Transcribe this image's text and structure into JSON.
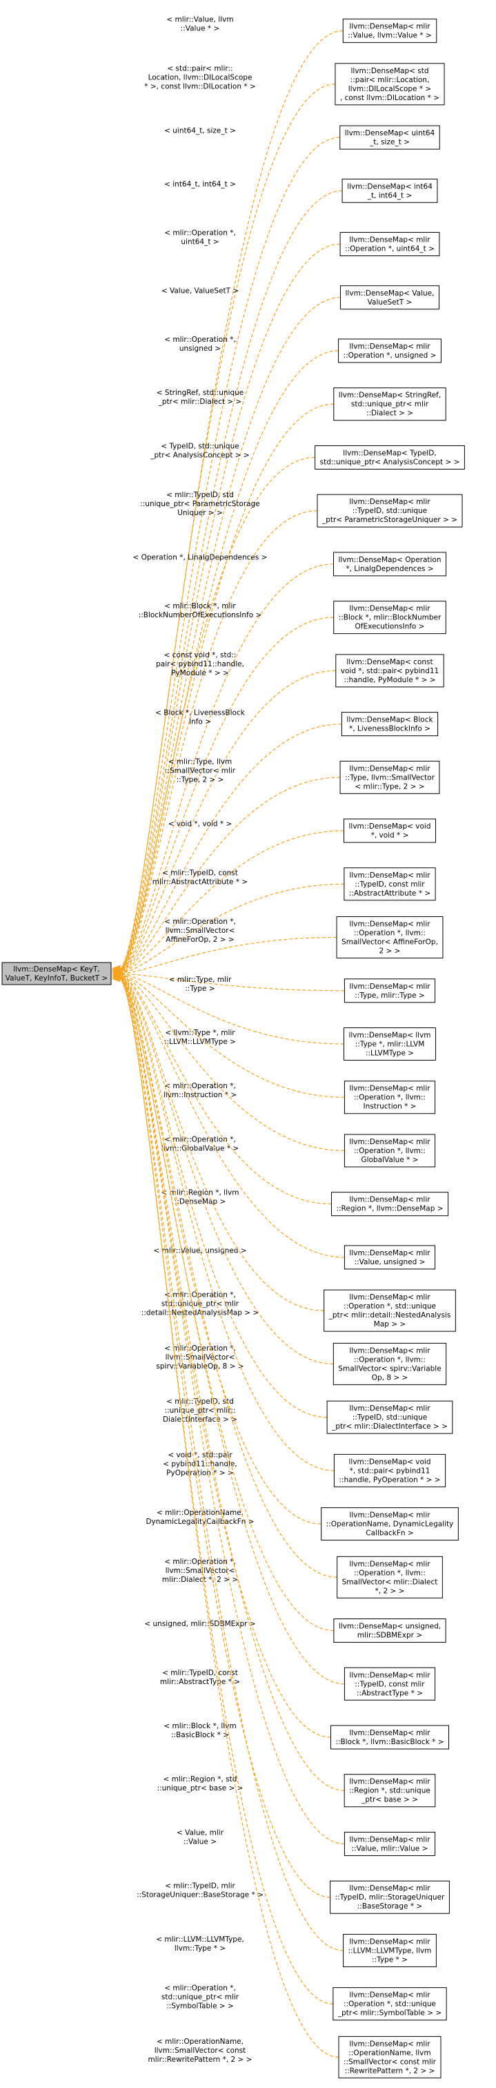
{
  "root": {
    "lines": [
      "llvm::DenseMap< KeyT,",
      " ValueT, KeyInfoT, BucketT >"
    ]
  },
  "edge_color": "#f7a31c",
  "root_fill": "#bfbfbf",
  "specializations": [
    {
      "label": [
        "< mlir::Value, llvm",
        "::Value * >"
      ],
      "node": [
        "llvm::DenseMap< mlir",
        "::Value, llvm::Value * >"
      ]
    },
    {
      "label": [
        "< std::pair< mlir::",
        "Location, llvm::DILocalScope",
        " * >, const llvm::DILocation * >"
      ],
      "node": [
        "llvm::DenseMap< std",
        "::pair< mlir::Location,",
        " llvm::DILocalScope * >",
        ", const llvm::DILocation * >"
      ]
    },
    {
      "label": [
        "< uint64_t, size_t >"
      ],
      "node": [
        "llvm::DenseMap< uint64",
        "_t, size_t >"
      ]
    },
    {
      "label": [
        "< int64_t, int64_t >"
      ],
      "node": [
        "llvm::DenseMap< int64",
        "_t, int64_t >"
      ]
    },
    {
      "label": [
        "< mlir::Operation *,",
        " uint64_t >"
      ],
      "node": [
        "llvm::DenseMap< mlir",
        "::Operation *, uint64_t >"
      ]
    },
    {
      "label": [
        "< Value, ValueSetT >"
      ],
      "node": [
        "llvm::DenseMap< Value,",
        " ValueSetT >"
      ]
    },
    {
      "label": [
        "< mlir::Operation *,",
        " unsigned >"
      ],
      "node": [
        "llvm::DenseMap< mlir",
        "::Operation *, unsigned >"
      ]
    },
    {
      "label": [
        "< StringRef, std::unique",
        "_ptr< mlir::Dialect > >"
      ],
      "node": [
        "llvm::DenseMap< StringRef,",
        " std::unique_ptr< mlir",
        "::Dialect > >"
      ]
    },
    {
      "label": [
        "< TypeID, std::unique",
        "_ptr< AnalysisConcept > >"
      ],
      "node": [
        "llvm::DenseMap< TypeID,",
        " std::unique_ptr< AnalysisConcept > >"
      ]
    },
    {
      "label": [
        "< mlir::TypeID, std",
        "::unique_ptr< ParametricStorage",
        "Uniquer > >"
      ],
      "node": [
        "llvm::DenseMap< mlir",
        "::TypeID, std::unique",
        "_ptr< ParametricStorageUniquer > >"
      ]
    },
    {
      "label": [
        "< Operation *, LinalgDependences >"
      ],
      "node": [
        "llvm::DenseMap< Operation",
        " *, LinalgDependences >"
      ]
    },
    {
      "label": [
        "< mlir::Block *, mlir",
        "::BlockNumberOfExecutionsInfo >"
      ],
      "node": [
        "llvm::DenseMap< mlir",
        "::Block *, mlir::BlockNumber",
        "OfExecutionsInfo >"
      ]
    },
    {
      "label": [
        "< const void *, std::",
        "pair< pybind11::handle,",
        " PyModule * > >"
      ],
      "node": [
        "llvm::DenseMap< const",
        " void *, std::pair< pybind11",
        "::handle, PyModule * > >"
      ]
    },
    {
      "label": [
        "< Block *, LivenessBlock",
        "Info >"
      ],
      "node": [
        "llvm::DenseMap< Block",
        " *, LivenessBlockInfo >"
      ]
    },
    {
      "label": [
        "< mlir::Type, llvm",
        "::SmallVector< mlir",
        "::Type, 2 > >"
      ],
      "node": [
        "llvm::DenseMap< mlir",
        "::Type, llvm::SmallVector",
        "< mlir::Type, 2 > >"
      ]
    },
    {
      "label": [
        "< void *, void * >"
      ],
      "node": [
        "llvm::DenseMap< void",
        " *, void * >"
      ]
    },
    {
      "label": [
        "< mlir::TypeID, const",
        " mlir::AbstractAttribute * >"
      ],
      "node": [
        "llvm::DenseMap< mlir",
        "::TypeID, const mlir",
        "::AbstractAttribute * >"
      ]
    },
    {
      "label": [
        "< mlir::Operation *,",
        " llvm::SmallVector<",
        " AffineForOp, 2 > >"
      ],
      "node": [
        "llvm::DenseMap< mlir",
        "::Operation *, llvm::",
        "SmallVector< AffineForOp,",
        " 2 > >"
      ]
    },
    {
      "label": [
        "< mlir::Type, mlir",
        "::Type >"
      ],
      "node": [
        "llvm::DenseMap< mlir",
        "::Type, mlir::Type >"
      ]
    },
    {
      "label": [
        "< llvm::Type *, mlir",
        "::LLVM::LLVMType >"
      ],
      "node": [
        "llvm::DenseMap< llvm",
        "::Type *, mlir::LLVM",
        "::LLVMType >"
      ]
    },
    {
      "label": [
        "< mlir::Operation *,",
        " llvm::Instruction * >"
      ],
      "node": [
        "llvm::DenseMap< mlir",
        "::Operation *, llvm::",
        "Instruction * >"
      ]
    },
    {
      "label": [
        "< mlir::Operation *,",
        " llvm::GlobalValue * >"
      ],
      "node": [
        "llvm::DenseMap< mlir",
        "::Operation *, llvm::",
        "GlobalValue * >"
      ]
    },
    {
      "label": [
        "< mlir::Region *, llvm",
        "::DenseMap >"
      ],
      "node": [
        "llvm::DenseMap< mlir",
        "::Region *, llvm::DenseMap >"
      ]
    },
    {
      "label": [
        "< mlir::Value, unsigned >"
      ],
      "node": [
        "llvm::DenseMap< mlir",
        "::Value, unsigned >"
      ]
    },
    {
      "label": [
        "< mlir::Operation *,",
        " std::unique_ptr< mlir",
        "::detail::NestedAnalysisMap > >"
      ],
      "node": [
        "llvm::DenseMap< mlir",
        "::Operation *, std::unique",
        "_ptr< mlir::detail::NestedAnalysis",
        "Map > >"
      ]
    },
    {
      "label": [
        "< mlir::Operation *,",
        " llvm::SmallVector<",
        " spirv::VariableOp, 8 > >"
      ],
      "node": [
        "llvm::DenseMap< mlir",
        "::Operation *, llvm::",
        "SmallVector< spirv::Variable",
        "Op, 8 > >"
      ]
    },
    {
      "label": [
        "< mlir::TypeID, std",
        "::unique_ptr< mlir::",
        "DialectInterface > >"
      ],
      "node": [
        "llvm::DenseMap< mlir",
        "::TypeID, std::unique",
        "_ptr< mlir::DialectInterface > >"
      ]
    },
    {
      "label": [
        "< void *, std::pair",
        "< pybind11::handle,",
        " PyOperation * > >"
      ],
      "node": [
        "llvm::DenseMap< void",
        " *, std::pair< pybind11",
        "::handle, PyOperation * > >"
      ]
    },
    {
      "label": [
        "< mlir::OperationName,",
        " DynamicLegalityCallbackFn >"
      ],
      "node": [
        "llvm::DenseMap< mlir",
        "::OperationName, DynamicLegality",
        "CallbackFn >"
      ]
    },
    {
      "label": [
        "< mlir::Operation *,",
        " llvm::SmallVector<",
        " mlir::Dialect *, 2 > >"
      ],
      "node": [
        "llvm::DenseMap< mlir",
        "::Operation *, llvm::",
        "SmallVector< mlir::Dialect",
        " *, 2 > >"
      ]
    },
    {
      "label": [
        "< unsigned, mlir::SDBMExpr >"
      ],
      "node": [
        "llvm::DenseMap< unsigned,",
        " mlir::SDBMExpr >"
      ]
    },
    {
      "label": [
        "< mlir::TypeID, const",
        " mlir::AbstractType * >"
      ],
      "node": [
        "llvm::DenseMap< mlir",
        "::TypeID, const mlir",
        "::AbstractType * >"
      ]
    },
    {
      "label": [
        "< mlir::Block *, llvm",
        "::BasicBlock * >"
      ],
      "node": [
        "llvm::DenseMap< mlir",
        "::Block *, llvm::BasicBlock * >"
      ]
    },
    {
      "label": [
        "< mlir::Region *, std",
        "::unique_ptr< base > >"
      ],
      "node": [
        "llvm::DenseMap< mlir",
        "::Region *, std::unique",
        "_ptr< base > >"
      ]
    },
    {
      "label": [
        "< Value, mlir",
        "::Value >"
      ],
      "node": [
        "llvm::DenseMap< mlir",
        "::Value, mlir::Value >"
      ]
    },
    {
      "label": [
        "< mlir::TypeID, mlir",
        "::StorageUniquer::BaseStorage * >"
      ],
      "node": [
        "llvm::DenseMap< mlir",
        "::TypeID, mlir::StorageUniquer",
        "::BaseStorage * >"
      ]
    },
    {
      "label": [
        "< mlir::LLVM::LLVMType,",
        " llvm::Type * >"
      ],
      "node": [
        "llvm::DenseMap< mlir",
        "::LLVM::LLVMType, llvm",
        "::Type * >"
      ]
    },
    {
      "label": [
        "< mlir::Operation *,",
        " std::unique_ptr< mlir",
        "::SymbolTable > >"
      ],
      "node": [
        "llvm::DenseMap< mlir",
        "::Operation *, std::unique",
        "_ptr< mlir::SymbolTable > >"
      ]
    },
    {
      "label": [
        "< mlir::OperationName,",
        " llvm::SmallVector< const",
        " mlir::RewritePattern *, 2 > >"
      ],
      "node": [
        "llvm::DenseMap< mlir",
        "::OperationName, llvm",
        "::SmallVector< const mlir",
        "::RewritePattern *, 2 > >"
      ]
    }
  ]
}
